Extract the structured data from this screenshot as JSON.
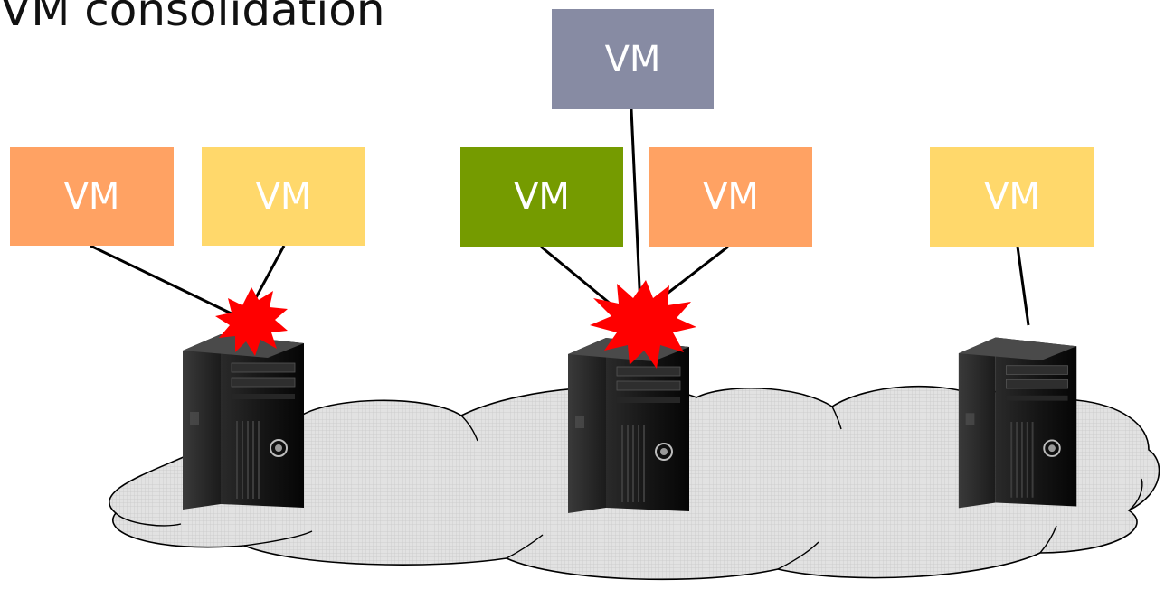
{
  "title": "VM consolidation",
  "vm_label": "VM",
  "colors": {
    "vm_orange": "#ffa263",
    "vm_yellow": "#ffd86b",
    "vm_green": "#759b00",
    "vm_slate": "#878ba3",
    "cloud_fill": "#d9d9d9",
    "burst": "#ff0000"
  },
  "vms": [
    {
      "color_key": "vm_orange"
    },
    {
      "color_key": "vm_yellow"
    },
    {
      "color_key": "vm_green"
    },
    {
      "color_key": "vm_orange"
    },
    {
      "color_key": "vm_slate"
    },
    {
      "color_key": "vm_yellow"
    }
  ],
  "icons": [
    "server-tower-icon",
    "cloud-network-icon",
    "overload-burst-icon"
  ]
}
